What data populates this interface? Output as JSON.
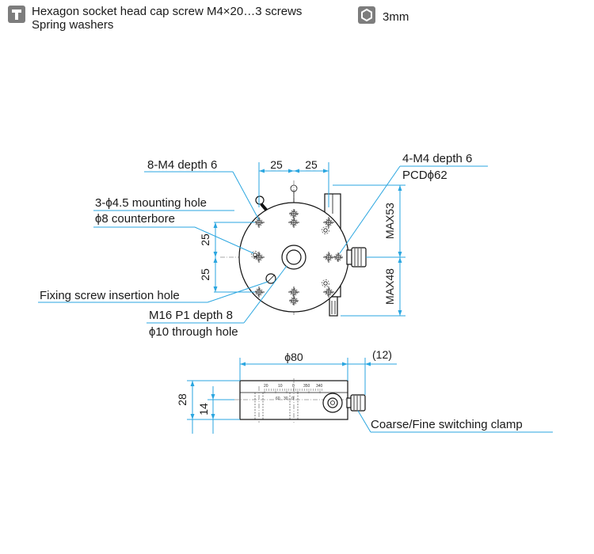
{
  "header": {
    "item1_line1": "Hexagon socket head cap screw M4×20…3 screws",
    "item1_line2": "Spring washers",
    "item1_icon": "cap-screw-icon",
    "item2_text": "3mm",
    "item2_icon": "hex-key-icon",
    "icon_color": "#7d7d7d"
  },
  "labels": {
    "m4_holes": "8-M4 depth 6",
    "mounting_hole_1": "3-ϕ4.5 mounting hole",
    "mounting_hole_2": "ϕ8 counterbore",
    "pcd_1": "4-M4 depth 6",
    "pcd_2": "PCDϕ62",
    "fixing_screw": "Fixing screw insertion hole",
    "center_hole_1": "M16 P1 depth 8",
    "center_hole_2": "ϕ10 through hole",
    "clamp": "Coarse/Fine switching clamp"
  },
  "dimensions": {
    "top_left": "25",
    "top_right": "25",
    "side_upper": "25",
    "side_lower": "25",
    "max_upper": "MAX53",
    "max_lower": "MAX48",
    "diameter": "ϕ80",
    "clamp_offset": "(12)",
    "height": "28",
    "half_height": "14"
  },
  "scale_marks": {
    "upper": [
      "20",
      "10",
      "0",
      "350",
      "340"
    ],
    "lower": [
      "60",
      "30",
      "0"
    ]
  },
  "colors": {
    "leader": "#2aa6e0",
    "outline": "#111111",
    "text": "#1a1a1a"
  }
}
